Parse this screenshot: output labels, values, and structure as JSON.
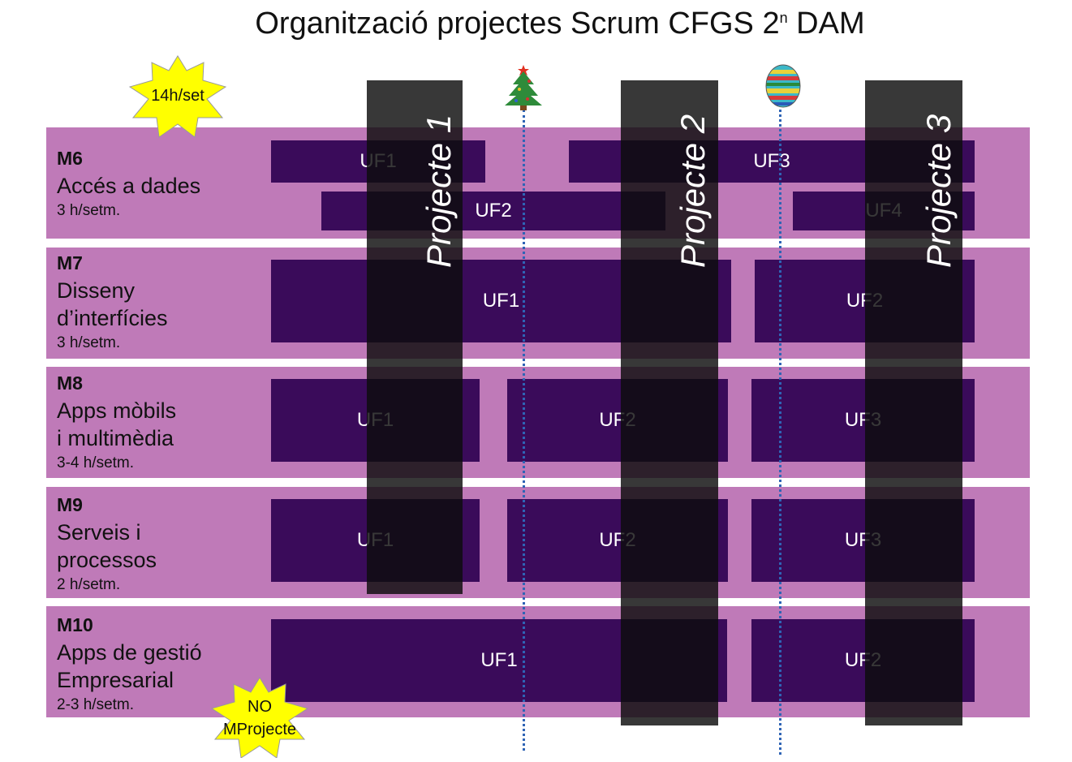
{
  "title": {
    "text": "Organització projectes Scrum CFGS 2",
    "superscript": "n",
    "suffix": " DAM"
  },
  "badge_top": "14h/set",
  "badge_bottom": [
    "NO",
    "MProjecte"
  ],
  "modules": [
    {
      "code": "M6",
      "name": [
        "Accés a dades"
      ],
      "hours": "3 h/setm.",
      "ufs": [
        "UF1",
        "UF2",
        "UF3",
        "UF4"
      ]
    },
    {
      "code": "M7",
      "name": [
        "Disseny",
        "d’interfícies"
      ],
      "hours": "3 h/setm.",
      "ufs": [
        "UF1",
        "UF2"
      ]
    },
    {
      "code": "M8",
      "name": [
        "Apps mòbils",
        "i multimèdia"
      ],
      "hours": "3-4 h/setm.",
      "ufs": [
        "UF1",
        "UF2",
        "UF3"
      ]
    },
    {
      "code": "M9",
      "name": [
        "Serveis i",
        "processos"
      ],
      "hours": "2 h/setm.",
      "ufs": [
        "UF1",
        "UF2",
        "UF3"
      ]
    },
    {
      "code": "M10",
      "name": [
        "Apps de gestió",
        "Empresarial"
      ],
      "hours": "2-3 h/setm.",
      "ufs": [
        "UF1",
        "UF2"
      ]
    }
  ],
  "projects": [
    "Projecte 1",
    "Projecte 2",
    "Projecte 3"
  ],
  "markers": [
    {
      "icon": "christmas-tree-icon",
      "glyph": "🎄"
    },
    {
      "icon": "easter-egg-icon"
    }
  ],
  "colors": {
    "band": "#bf7ab8",
    "uf": "#3a0b5a",
    "project": "#1a1a1a",
    "star": "#ffff00",
    "dash": "#2f64b5"
  }
}
